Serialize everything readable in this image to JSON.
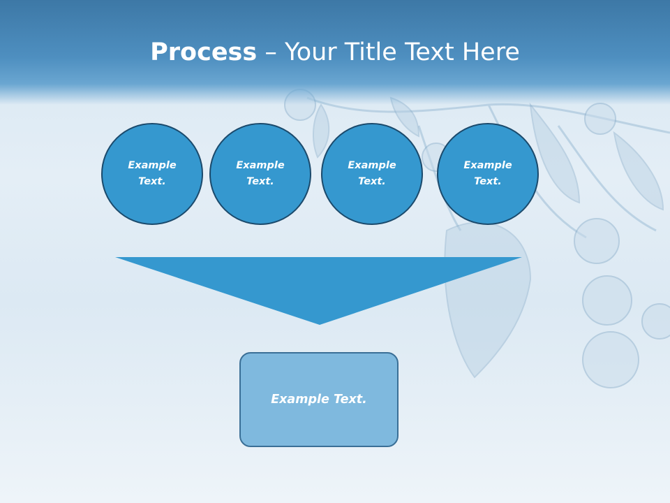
{
  "title": {
    "bold": "Process",
    "rest": " – Your Title Text Here"
  },
  "steps": [
    {
      "label": "Example Text."
    },
    {
      "label": "Example Text."
    },
    {
      "label": "Example Text."
    },
    {
      "label": "Example Text."
    }
  ],
  "result": {
    "label": "Example Text."
  },
  "colors": {
    "title_bar": "#4a89bb",
    "circle_fill": "#3598cf",
    "circle_border": "#1b4a6c",
    "funnel_fill": "#3598cf",
    "result_fill": "#7fb9de",
    "result_border": "#3a6f96"
  }
}
